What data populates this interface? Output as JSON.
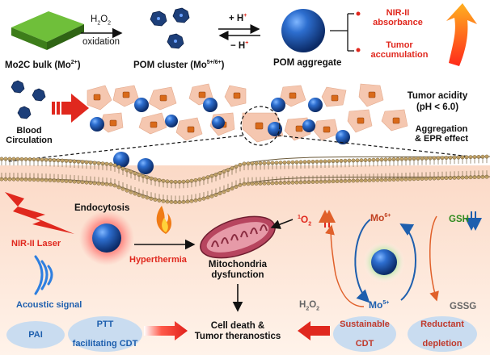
{
  "top_row": {
    "bulk_label": "Mo2C bulk (Mo",
    "bulk_sup": "2+",
    "bulk_close": ")",
    "h2o2": "H",
    "h2o2_sub": "2",
    "h2o2_o": "O",
    "h2o2_sub2": "2",
    "oxidation": "oxidation",
    "cluster_label": "POM cluster (Mo",
    "cluster_sup": "5+/6+",
    "cluster_close": ")",
    "plus_h": "+ H",
    "minus_h": "− H",
    "h_sup": "+",
    "aggregate_label": "POM aggregate",
    "nir_absorbance_1": "NIR-II",
    "nir_absorbance_2": "absorbance",
    "tumor_accum_1": "Tumor",
    "tumor_accum_2": "accumulation"
  },
  "middle": {
    "blood_1": "Blood",
    "blood_2": "Circulation",
    "acidity_1": "Tumor acidity",
    "acidity_2": "(pH < 6.0)",
    "epr_1": "Aggregation",
    "epr_2": "& EPR effect"
  },
  "bottom": {
    "endocytosis": "Endocytosis",
    "nir_laser": "NIR-II Laser",
    "hyperthermia": "Hyperthermia",
    "acoustic": "Acoustic signal",
    "mito_1": "Mitochondria",
    "mito_2": "dysfunction",
    "singlet_o2": "O",
    "singlet_pre": "1",
    "singlet_sub": "2",
    "mo6": "Mo",
    "mo6_sup": "6+",
    "mo5": "Mo",
    "mo5_sup": "5+",
    "gsh": "GSH",
    "gssg": "GSSG",
    "h2o2_b": "H",
    "h2o2_b_sub": "2",
    "h2o2_b_o": "O",
    "h2o2_b_sub2": "2",
    "pai": "PAI",
    "ptt_1": "PTT",
    "ptt_2": "facilitating CDT",
    "cell_death_1": "Cell death &",
    "cell_death_2": "Tumor theranostics",
    "sustain_1": "Sustainable",
    "sustain_2": "CDT",
    "reductant_1": "Reductant",
    "reductant_2": "depletion"
  },
  "colors": {
    "accent_red": "#e0281e",
    "accent_blue": "#1e5fae",
    "oval_fill": "#c9dcf0",
    "tissue": "#f5c7b0"
  }
}
